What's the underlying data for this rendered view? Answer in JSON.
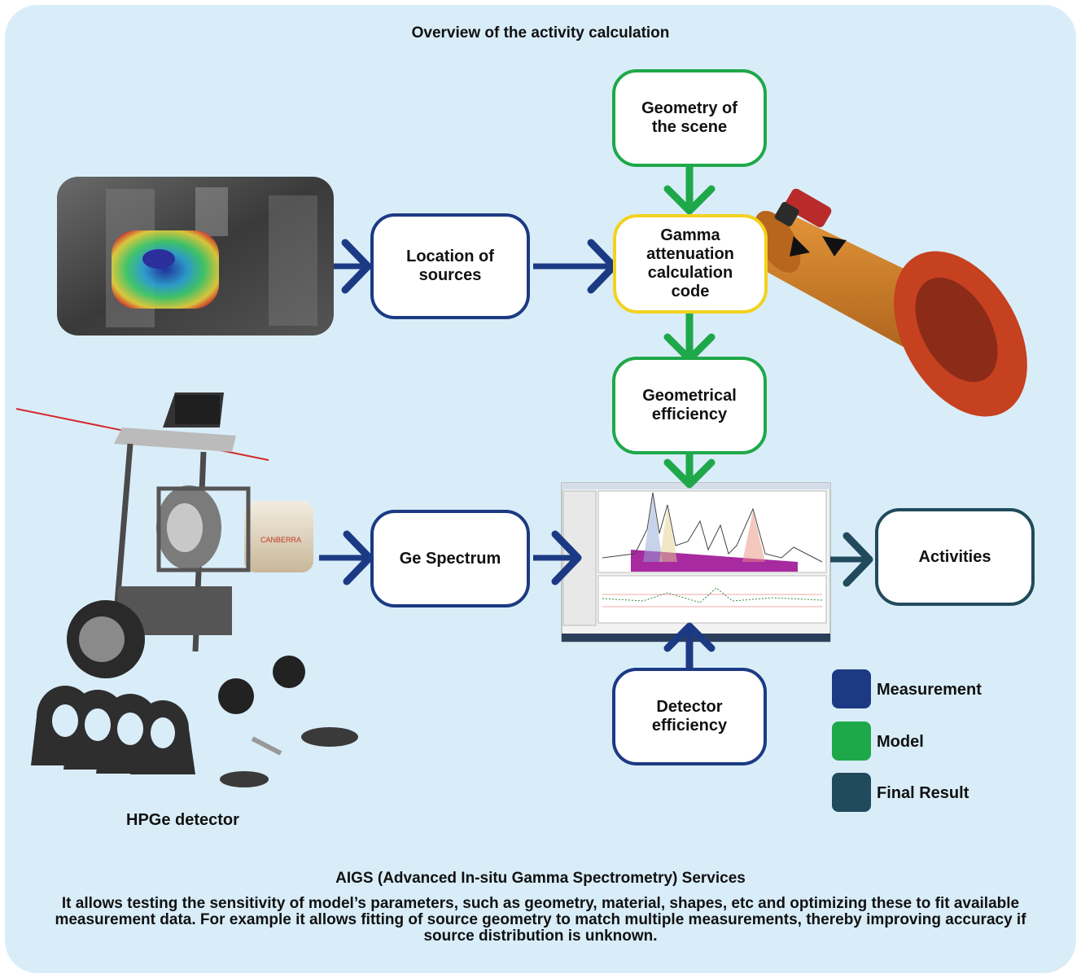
{
  "title": "Overview of the activity calculation",
  "nodes": {
    "geometry_scene": "Geometry of\nthe scene",
    "location_sources": "Location of\nsources",
    "gamma_code": "Gamma\nattenuation\ncalculation\ncode",
    "geometrical_efficiency": "Geometrical\nefficiency",
    "ge_spectrum": "Ge Spectrum",
    "activities": "Activities",
    "detector_efficiency": "Detector\nefficiency"
  },
  "detector_caption": "HPGe detector",
  "equipment_brand": "CANBERRA",
  "legend": [
    {
      "label": "Measurement",
      "color": "#1c3a84"
    },
    {
      "label": "Model",
      "color": "#1fa84a"
    },
    {
      "label": "Final Result",
      "color": "#214a5c"
    }
  ],
  "footer": {
    "heading": "AIGS (Advanced In-situ Gamma Spectrometry) Services",
    "body": "It allows testing the sensitivity of model’s parameters, such as geometry, material, shapes, etc and optimizing these to fit available measurement data. For example it allows fitting of source geometry to match multiple measurements, thereby improving accuracy if source distribution is unknown."
  },
  "colors": {
    "measurement": "#1c3a84",
    "model": "#1fa84a",
    "code_border": "#f3d21f",
    "final": "#214a5c",
    "panel": "#d9edf9"
  }
}
